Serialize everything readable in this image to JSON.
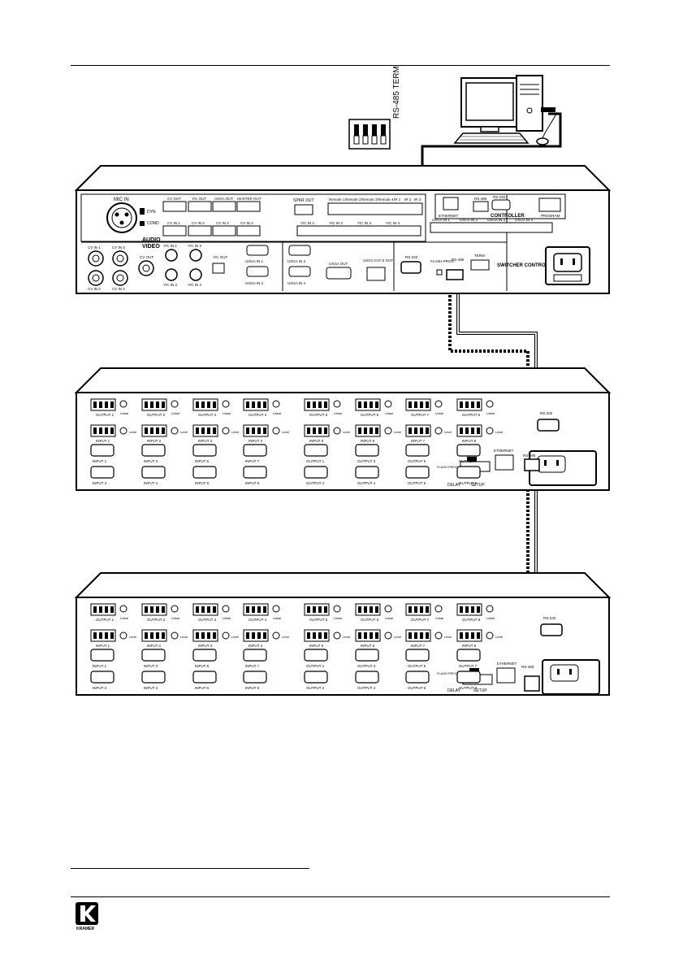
{
  "dip_switch": {
    "label": "RS-485 TERM"
  },
  "switcher": {
    "mic": "MIC IN",
    "dyn": "DYN",
    "cond": "COND",
    "audio": "AUDIO",
    "video": "VIDEO",
    "cv_out": "CV OUT",
    "yc_out": "Y/C OUT",
    "uxga_out": "UXGA OUT",
    "master_out": "MASTER OUT",
    "spkr_out": "SPKR OUT",
    "remote": [
      "Remote 1",
      "Remote 2",
      "Remote 3",
      "Remote 4",
      "IR 1",
      "IR 2",
      "IR 3"
    ],
    "ethernet": "ETHERNET",
    "rs485": "RS-485",
    "rs232": "RS-232",
    "controller": "CONTROLLER",
    "program": "PROGRAM",
    "cv_in_audio": [
      "CV IN 1",
      "CV IN 2",
      "CV IN 3",
      "CV IN 4"
    ],
    "yc_in_audio": [
      "Y/C IN 1",
      "Y/C IN 2",
      "Y/C IN 3",
      "Y/C IN 4"
    ],
    "uxga_in_audio": [
      "UXGA IN 1",
      "UXGA IN 2",
      "UXGA IN 3",
      "UXGA IN 4"
    ],
    "cv_in": [
      "CV IN 1",
      "CV IN 3",
      "CV IN 2",
      "CV IN 4"
    ],
    "yc_in": [
      "Y/C IN 1",
      "Y/C IN 3",
      "Y/C IN 2",
      "Y/C IN 4"
    ],
    "uxga_in": [
      "UXGA IN 1",
      "UXGA IN 3",
      "UXGA IN 2",
      "UXGA IN 4"
    ],
    "uxga_out_video": "UXGA OUT",
    "uxga_cat5_out": "UXGA CAT 5 OUT",
    "rs232_port": "RS-232",
    "flash_prog": "FLASH PROG.",
    "rs485_port": "RS-485",
    "term": "TERM",
    "switcher_control": "SWITCHER CONTROL"
  },
  "matrix_units": [
    {
      "outputs": [
        "OUTPUT 1",
        "OUTPUT 2",
        "OUTPUT 3",
        "OUTPUT 4",
        "OUTPUT 5",
        "OUTPUT 6",
        "OUTPUT 7",
        "OUTPUT 8"
      ],
      "inputs_row": [
        "INPUT 1",
        "INPUT 2",
        "INPUT 3",
        "INPUT 4",
        "INPUT 5",
        "INPUT 6",
        "INPUT 7",
        "INPUT 8"
      ],
      "vga_top": [
        "INPUT 1",
        "INPUT 3",
        "INPUT 5",
        "INPUT 7",
        "OUTPUT 1",
        "OUTPUT 3",
        "OUTPUT 5",
        "OUTPUT 7"
      ],
      "vga_bottom": [
        "INPUT 2",
        "INPUT 4",
        "INPUT 6",
        "INPUT 8",
        "OUTPUT 2",
        "OUTPUT 4",
        "OUTPUT 6",
        "OUTPUT 8"
      ],
      "unbal": "Unbal",
      "level": "Level",
      "rs232": "RS-232",
      "rs485": "RS-485",
      "ethernet": "ETHERNET",
      "delay": "DELAY",
      "setup": "SETUP",
      "flash": "FLASH PROG."
    },
    {
      "outputs": [
        "OUTPUT 1",
        "OUTPUT 2",
        "OUTPUT 3",
        "OUTPUT 4",
        "OUTPUT 5",
        "OUTPUT 6",
        "OUTPUT 7",
        "OUTPUT 8"
      ],
      "inputs_row": [
        "INPUT 1",
        "INPUT 2",
        "INPUT 3",
        "INPUT 4",
        "INPUT 5",
        "INPUT 6",
        "INPUT 7",
        "INPUT 8"
      ],
      "vga_top": [
        "INPUT 1",
        "INPUT 3",
        "INPUT 5",
        "INPUT 7",
        "OUTPUT 1",
        "OUTPUT 3",
        "OUTPUT 5",
        "OUTPUT 7"
      ],
      "vga_bottom": [
        "INPUT 2",
        "INPUT 4",
        "INPUT 6",
        "INPUT 8",
        "OUTPUT 2",
        "OUTPUT 4",
        "OUTPUT 6",
        "OUTPUT 8"
      ],
      "unbal": "Unbal",
      "level": "Level",
      "rs232": "RS-232",
      "rs485": "RS-485",
      "ethernet": "ETHERNET",
      "delay": "DELAY",
      "setup": "SETUP",
      "flash": "FLASH PROG."
    }
  ],
  "logo": {
    "text": "KRAMER"
  }
}
